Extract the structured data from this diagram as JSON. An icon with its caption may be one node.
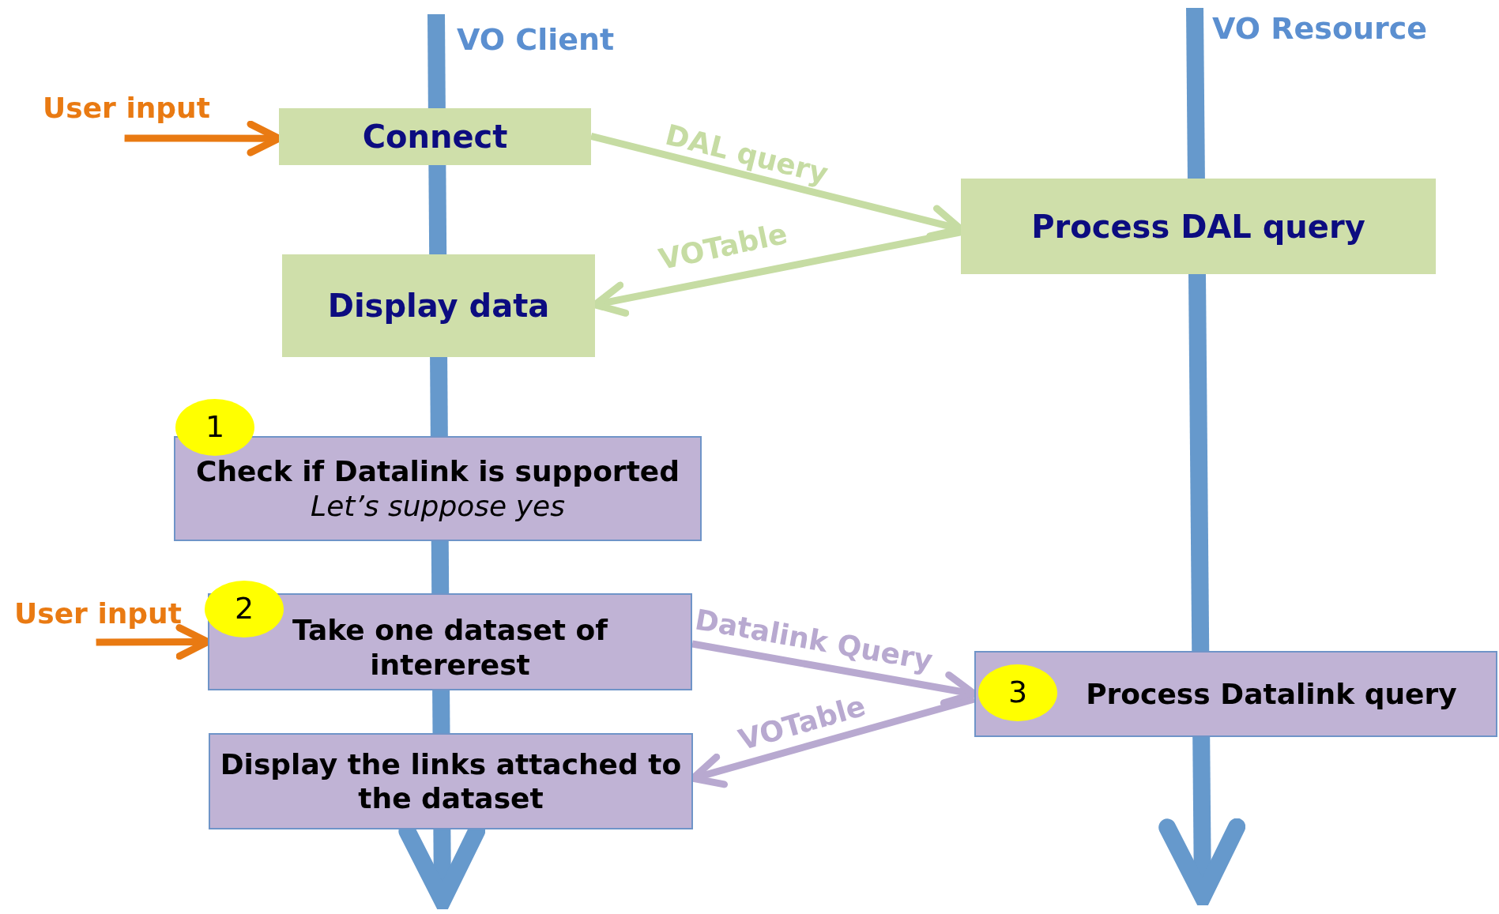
{
  "diagram": {
    "nodes": [
      {
        "text": [
          "User input"
        ]
      },
      {
        "text": [
          "Connect"
        ]
      },
      {
        "text": [
          "Process DAL query"
        ]
      },
      {
        "text": [
          "Display data"
        ]
      },
      {
        "text": [
          "1"
        ]
      },
      {
        "text": [
          "Check if Datalink is supported",
          "Let’s suppose yes"
        ]
      },
      {
        "text": [
          "User input"
        ]
      },
      {
        "text": [
          "2"
        ]
      },
      {
        "text": [
          "Take one dataset of intererest"
        ]
      },
      {
        "text": [
          "Process Datalink query"
        ]
      },
      {
        "text": [
          "3"
        ],
        "in": 9
      },
      {
        "text": [
          "Display the links attached to the dataset"
        ]
      }
    ],
    "edges": [
      {
        "from": 0,
        "to": 1,
        "arrow": "to",
        "color": "#e97a12"
      },
      {
        "from": 1,
        "to": 2,
        "arrow": "to",
        "label": "DAL query",
        "color": "#c6dca3"
      },
      {
        "from": 2,
        "to": 3,
        "arrow": "to",
        "label": "VOTable",
        "color": "#c6dca3"
      },
      {
        "from": 6,
        "to": 8,
        "arrow": "to",
        "color": "#e97a12"
      },
      {
        "from": 8,
        "to": 9,
        "arrow": "to",
        "label": "Datalink Query",
        "color": "#b8a9d0"
      },
      {
        "from": 9,
        "to": 11,
        "arrow": "to",
        "label": "VOTable",
        "color": "#b8a9d0"
      }
    ],
    "labels": [
      "VO Client",
      "VO Resource"
    ]
  }
}
